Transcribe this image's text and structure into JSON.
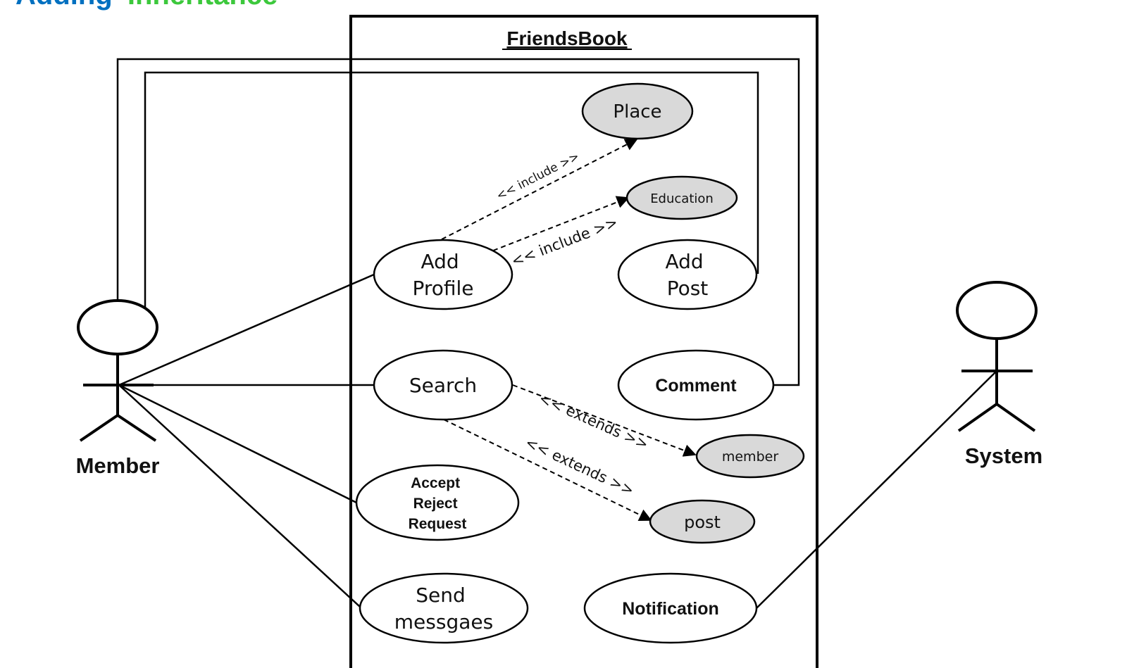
{
  "heading": {
    "prefix": "Adding",
    "emphasis": "Inheritance"
  },
  "system_boundary": {
    "title": "FriendsBook"
  },
  "actors": {
    "member": {
      "label": "Member"
    },
    "system": {
      "label": "System"
    }
  },
  "use_cases": {
    "place": "Place",
    "education": "Education",
    "add_profile": [
      "Add",
      "Profile"
    ],
    "add_post": [
      "Add",
      "Post"
    ],
    "search": "Search",
    "comment": "Comment",
    "member": "member",
    "accept_reject": [
      "Accept",
      "Reject",
      "Request"
    ],
    "post": "post",
    "send_messages": [
      "Send",
      "messgaes"
    ],
    "notification": "Notification"
  },
  "relations": {
    "include_place": "<< include >>",
    "include_education": "<< include >>",
    "extends_member": "<< extends >>",
    "extends_post": "<< extends >>"
  },
  "colors": {
    "heading_prefix": "#0070C0",
    "heading_emphasis": "#3CC83C",
    "included_fill": "#D9D9D9",
    "line": "#000000"
  }
}
